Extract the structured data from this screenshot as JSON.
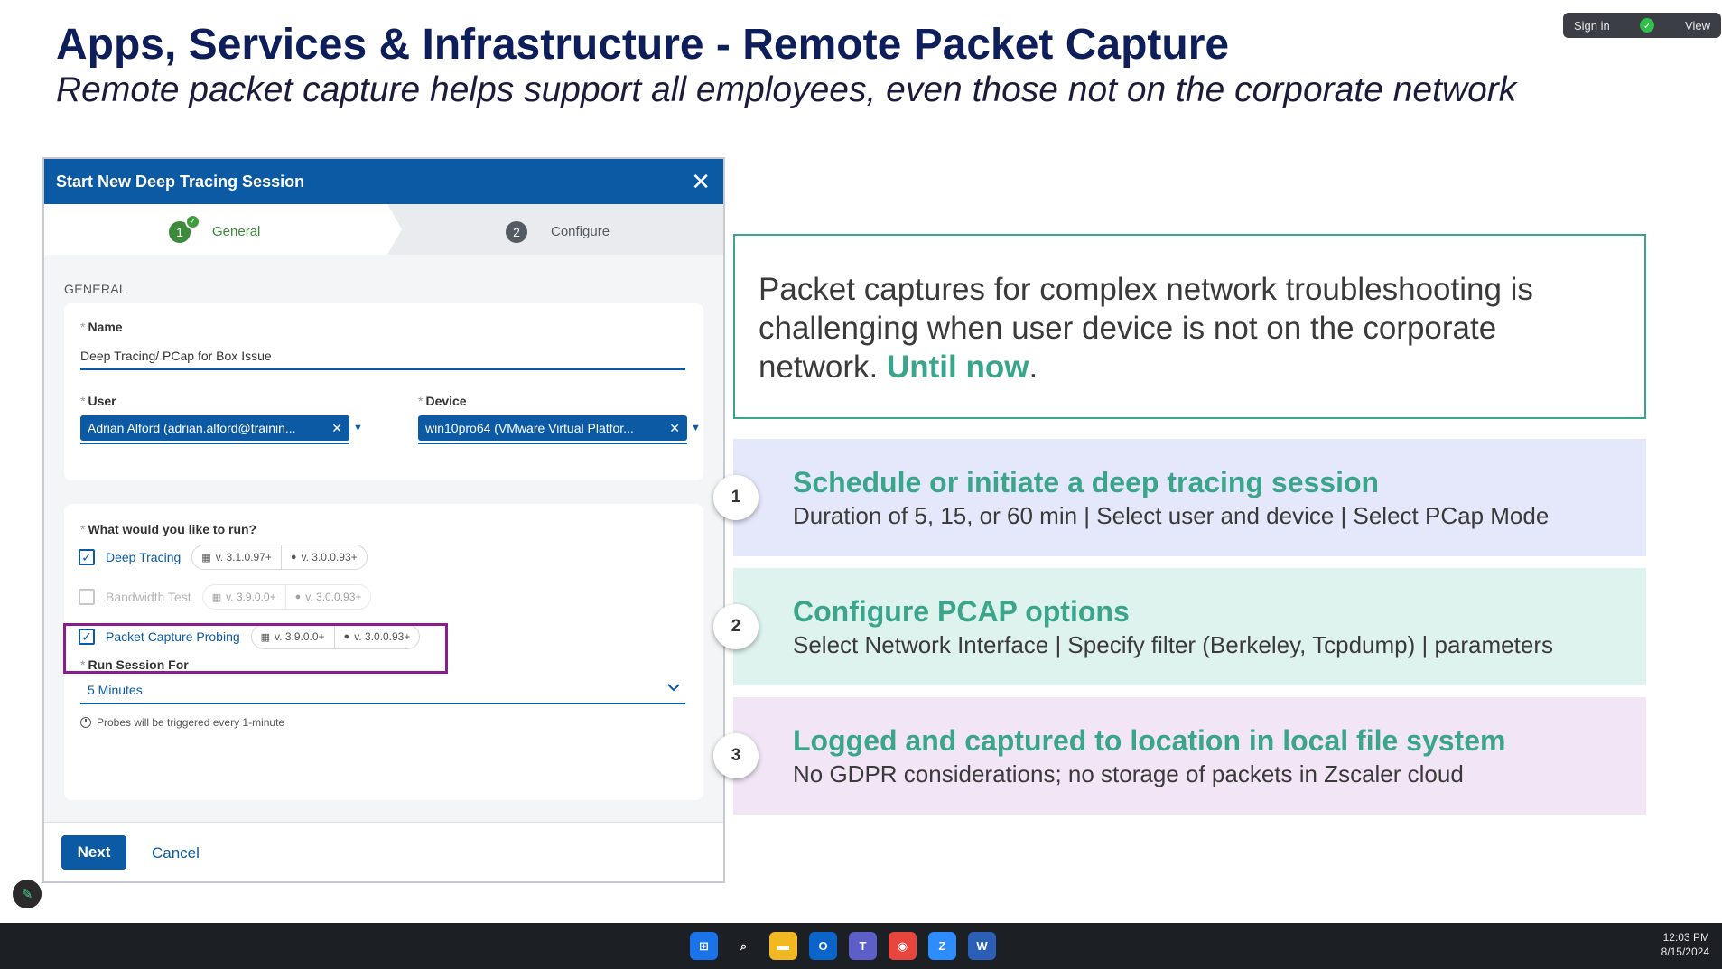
{
  "slide": {
    "title": "Apps, Services & Infrastructure - Remote Packet Capture",
    "subtitle": "Remote packet capture helps support all employees, even those not on the corporate network"
  },
  "mini_toolbar": {
    "sign_in": "Sign in",
    "view": "View"
  },
  "dialog": {
    "title": "Start New Deep Tracing Session",
    "steps": [
      {
        "number": "1",
        "label": "General",
        "state": "complete"
      },
      {
        "number": "2",
        "label": "Configure",
        "state": "pending"
      }
    ],
    "section_label": "GENERAL",
    "name": {
      "label": "Name",
      "value": "Deep Tracing/ PCap for Box Issue"
    },
    "user": {
      "label": "User",
      "value": "Adrian Alford (adrian.alford@trainin..."
    },
    "device": {
      "label": "Device",
      "value": "win10pro64 (VMware Virtual Platfor..."
    },
    "run_question": "What would you like to run?",
    "options": [
      {
        "label": "Deep Tracing",
        "checked": true,
        "enabled": true,
        "windows_version": "v. 3.1.0.97+",
        "mac_version": "v. 3.0.0.93+"
      },
      {
        "label": "Bandwidth Test",
        "checked": false,
        "enabled": false,
        "windows_version": "v. 3.9.0.0+",
        "mac_version": "v. 3.0.0.93+"
      },
      {
        "label": "Packet Capture Probing",
        "checked": true,
        "enabled": true,
        "windows_version": "v. 3.9.0.0+",
        "mac_version": "v. 3.0.0.93+"
      }
    ],
    "run_session": {
      "label": "Run Session For",
      "value": "5 Minutes",
      "hint": "Probes will be triggered every 1-minute"
    },
    "buttons": {
      "next": "Next",
      "cancel": "Cancel"
    }
  },
  "info": {
    "text_before": "Packet captures for complex network troubleshooting is challenging when user device is not on the corporate network. ",
    "accent": "Until now",
    "text_after": "."
  },
  "bands": [
    {
      "number": "1",
      "title": "Schedule or initiate a deep tracing session",
      "text": "Duration of 5, 15, or 60 min | Select user and device | Select PCap Mode"
    },
    {
      "number": "2",
      "title": "Configure PCAP options",
      "text": "Select Network Interface | Specify filter (Berkeley, Tcpdump) | parameters"
    },
    {
      "number": "3",
      "title": "Logged and captured to location in local file system",
      "text": "No GDPR considerations; no storage of packets in Zscaler cloud"
    }
  ],
  "taskbar": {
    "time": "12:03 PM",
    "date": "8/15/2024"
  },
  "colors": {
    "brand_blue": "#0b5aa3",
    "accent_green": "#3aa58a",
    "title_navy": "#0e1e5b",
    "highlight_purple": "#8b1e8f"
  }
}
